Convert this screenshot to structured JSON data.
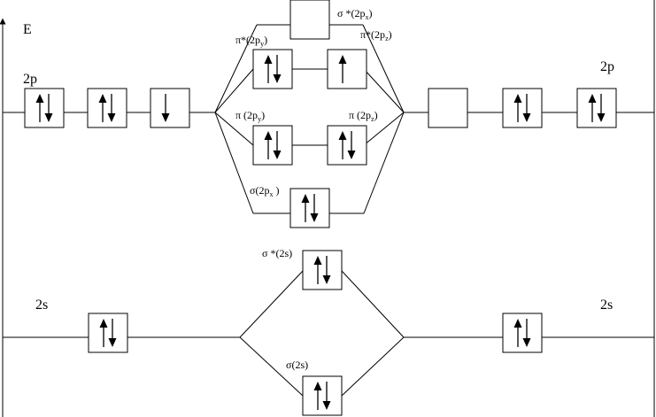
{
  "axis": {
    "label": "E"
  },
  "levels": {
    "left_2p": "2p",
    "right_2p": "2p",
    "left_2s": "2s",
    "right_2s": "2s"
  },
  "orbitals": {
    "sigma_star_2px": {
      "base": "σ *(2p",
      "sub": "x",
      "tail": ")"
    },
    "pi_star_2py": {
      "base": "π*(2p",
      "sub": "y",
      "tail": ")"
    },
    "pi_star_2pz": {
      "base": "π*(2p",
      "sub": "z",
      "tail": ")"
    },
    "pi_2py": {
      "base": "π (2p",
      "sub": "y",
      "tail": ")"
    },
    "pi_2pz": {
      "base": "π (2p",
      "sub": "z",
      "tail": ")"
    },
    "sigma_2px": {
      "base": "σ(2p",
      "sub": "x",
      "tail": " )"
    },
    "sigma_star_2s": {
      "text": "σ *(2s)"
    },
    "sigma_2s": {
      "text": "σ(2s)"
    }
  },
  "occupancy": {
    "left_2p": [
      "paired",
      "paired",
      "down"
    ],
    "right_2p": [
      "empty",
      "paired",
      "paired"
    ],
    "sigma_star_2px": "empty",
    "pi_star_2py": "paired",
    "pi_star_2pz": "up",
    "pi_2py": "paired",
    "pi_2pz": "paired",
    "sigma_2px": "paired",
    "left_2s": "paired",
    "right_2s": "paired",
    "sigma_star_2s": "paired",
    "sigma_2s": "paired"
  }
}
